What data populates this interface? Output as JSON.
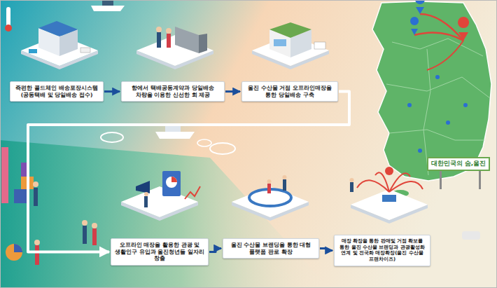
{
  "diagram": {
    "nodes": [
      {
        "text": [
          "즉편한 콜드체인 배송포장시스템 (공동택배 및 당일배송 접수)"
        ]
      },
      {
        "text": [
          "항에서 택배공동계약과 당일배송 차량을 이용한 신선한 회 제공"
        ]
      },
      {
        "text": [
          "울진 수산물 거점 오프라인매장을 통한 당일배송 구축"
        ]
      },
      {
        "text": [
          "오프라인 매장을 활용한 관광 및 생활인구 유입과 울진청년들 일자리 창출"
        ]
      },
      {
        "text": [
          "울진 수산물 브랜딩을 통한 대형 플랫폼 판로 확장"
        ]
      },
      {
        "text": [
          "매장 확장을 통한 판매및 거점 확보를 통한 울진 수산물 브랜딩과 관광활성화 연계 및 전국화 매장확장(울진 수산물 프랜차이즈)"
        ]
      }
    ],
    "edges": [
      {
        "from": 0,
        "to": 1,
        "arrow": "to"
      },
      {
        "from": 1,
        "to": 2,
        "arrow": "to"
      },
      {
        "from": 2,
        "to": 3,
        "arrow": "to"
      },
      {
        "from": 3,
        "to": 4,
        "arrow": "to"
      },
      {
        "from": 4,
        "to": 5,
        "arrow": "to"
      }
    ],
    "labels": [
      "대한민국의 숨,울진"
    ]
  }
}
